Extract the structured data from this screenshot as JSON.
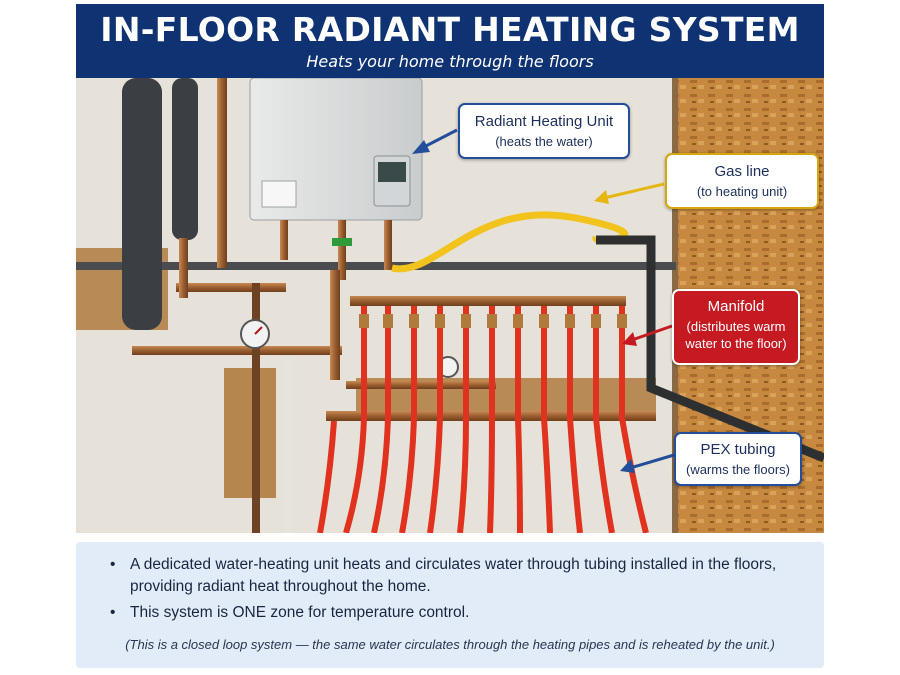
{
  "header": {
    "title": "IN-FLOOR RADIANT HEATING SYSTEM",
    "subtitle": "Heats your home through the floors"
  },
  "callouts": {
    "unit": {
      "title": "Radiant Heating Unit",
      "sub": "(heats the water)"
    },
    "gas": {
      "title": "Gas line",
      "sub": "(to heating unit)"
    },
    "manifold": {
      "title": "Manifold",
      "sub": "(distributes warm water to the floor)"
    },
    "pex": {
      "title": "PEX tubing",
      "sub": "(warms the floors)"
    }
  },
  "info": {
    "bullets": [
      "A dedicated water-heating unit heats and circulates water through tubing installed in the floors, providing radiant heat throughout the home.",
      "This system is ONE zone for temperature control."
    ],
    "note": "(This is a closed loop system — the same water circulates through the heating pipes and is reheated by the unit.)"
  },
  "colors": {
    "header_bg": "#0f3273",
    "manifold_callout": "#c51a22",
    "gas_callout_border": "#d6a60f",
    "pex_tubing": "#e0321f",
    "info_bg": "#e2ecf8"
  }
}
